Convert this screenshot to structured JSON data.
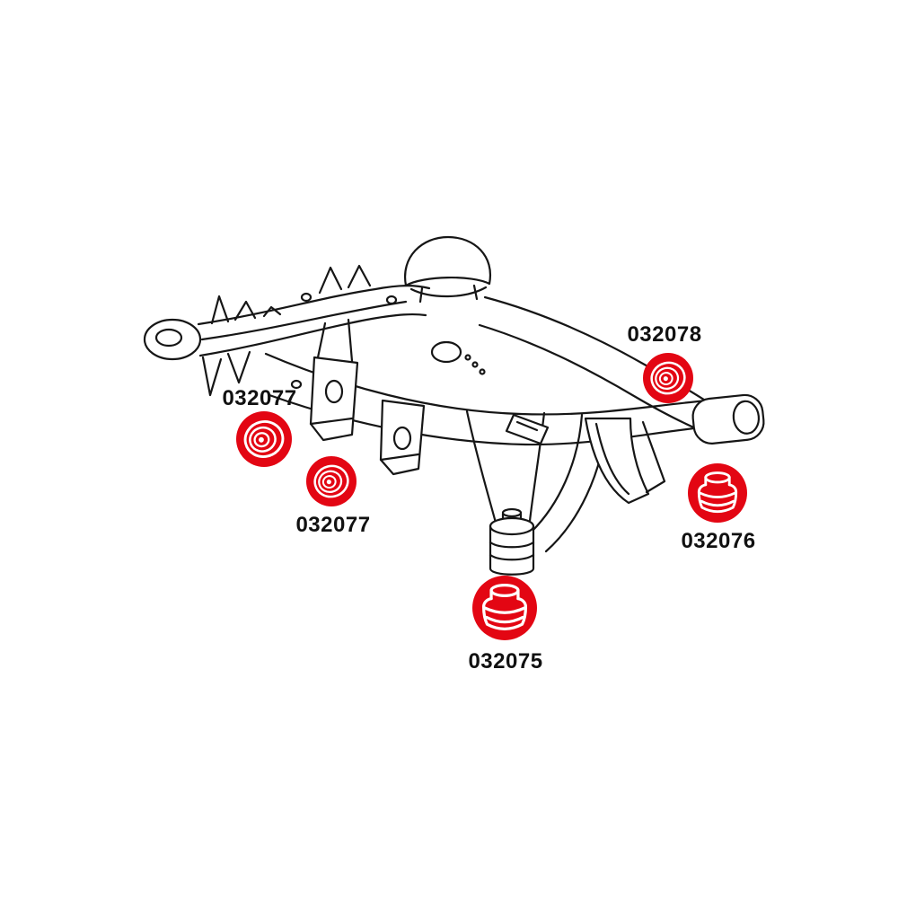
{
  "diagram": {
    "labels": [
      "032077",
      "032077",
      "032078",
      "032076",
      "032075"
    ],
    "highlight_color": "#e30613",
    "line_color": "#161616",
    "label_color": "#111111",
    "background_color": "#ffffff",
    "markers": [
      {
        "part": "032077",
        "glyph": "ring-bushing",
        "position": "left"
      },
      {
        "part": "032077",
        "glyph": "ring-bushing",
        "position": "center"
      },
      {
        "part": "032078",
        "glyph": "ring-bushing",
        "position": "upper-right"
      },
      {
        "part": "032076",
        "glyph": "cylinder-bushing",
        "position": "right"
      },
      {
        "part": "032075",
        "glyph": "cylinder-bushing",
        "position": "bottom-center"
      }
    ]
  }
}
